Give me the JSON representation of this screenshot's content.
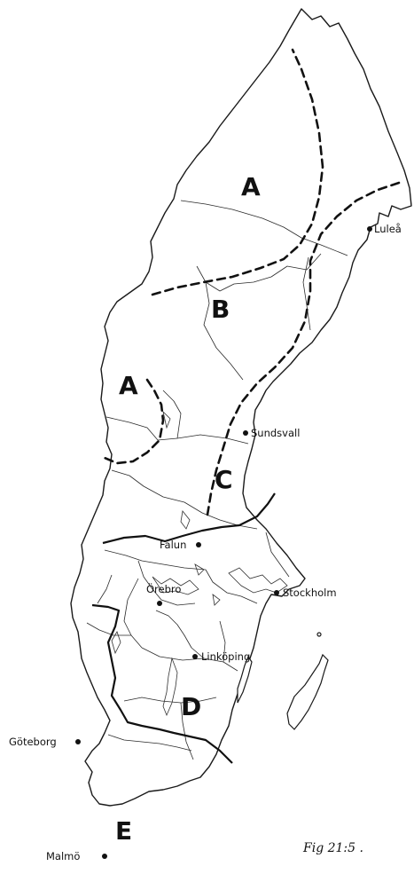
{
  "map": {
    "regions": [
      {
        "id": "A1",
        "label": "A"
      },
      {
        "id": "A2",
        "label": "A"
      },
      {
        "id": "B",
        "label": "B"
      },
      {
        "id": "C",
        "label": "C"
      },
      {
        "id": "D",
        "label": "D"
      },
      {
        "id": "E",
        "label": "E"
      }
    ],
    "cities": [
      {
        "id": "lulea",
        "label": "Luleå"
      },
      {
        "id": "sundsvall",
        "label": "Sundsvall"
      },
      {
        "id": "falun",
        "label": "Falun"
      },
      {
        "id": "orebro",
        "label": "Örebro"
      },
      {
        "id": "stockholm",
        "label": "Stockholm"
      },
      {
        "id": "linkoping",
        "label": "Linköping"
      },
      {
        "id": "goteborg",
        "label": "Göteborg"
      },
      {
        "id": "malmo",
        "label": "Malmö"
      }
    ],
    "caption": "Fig 21:5 ."
  }
}
